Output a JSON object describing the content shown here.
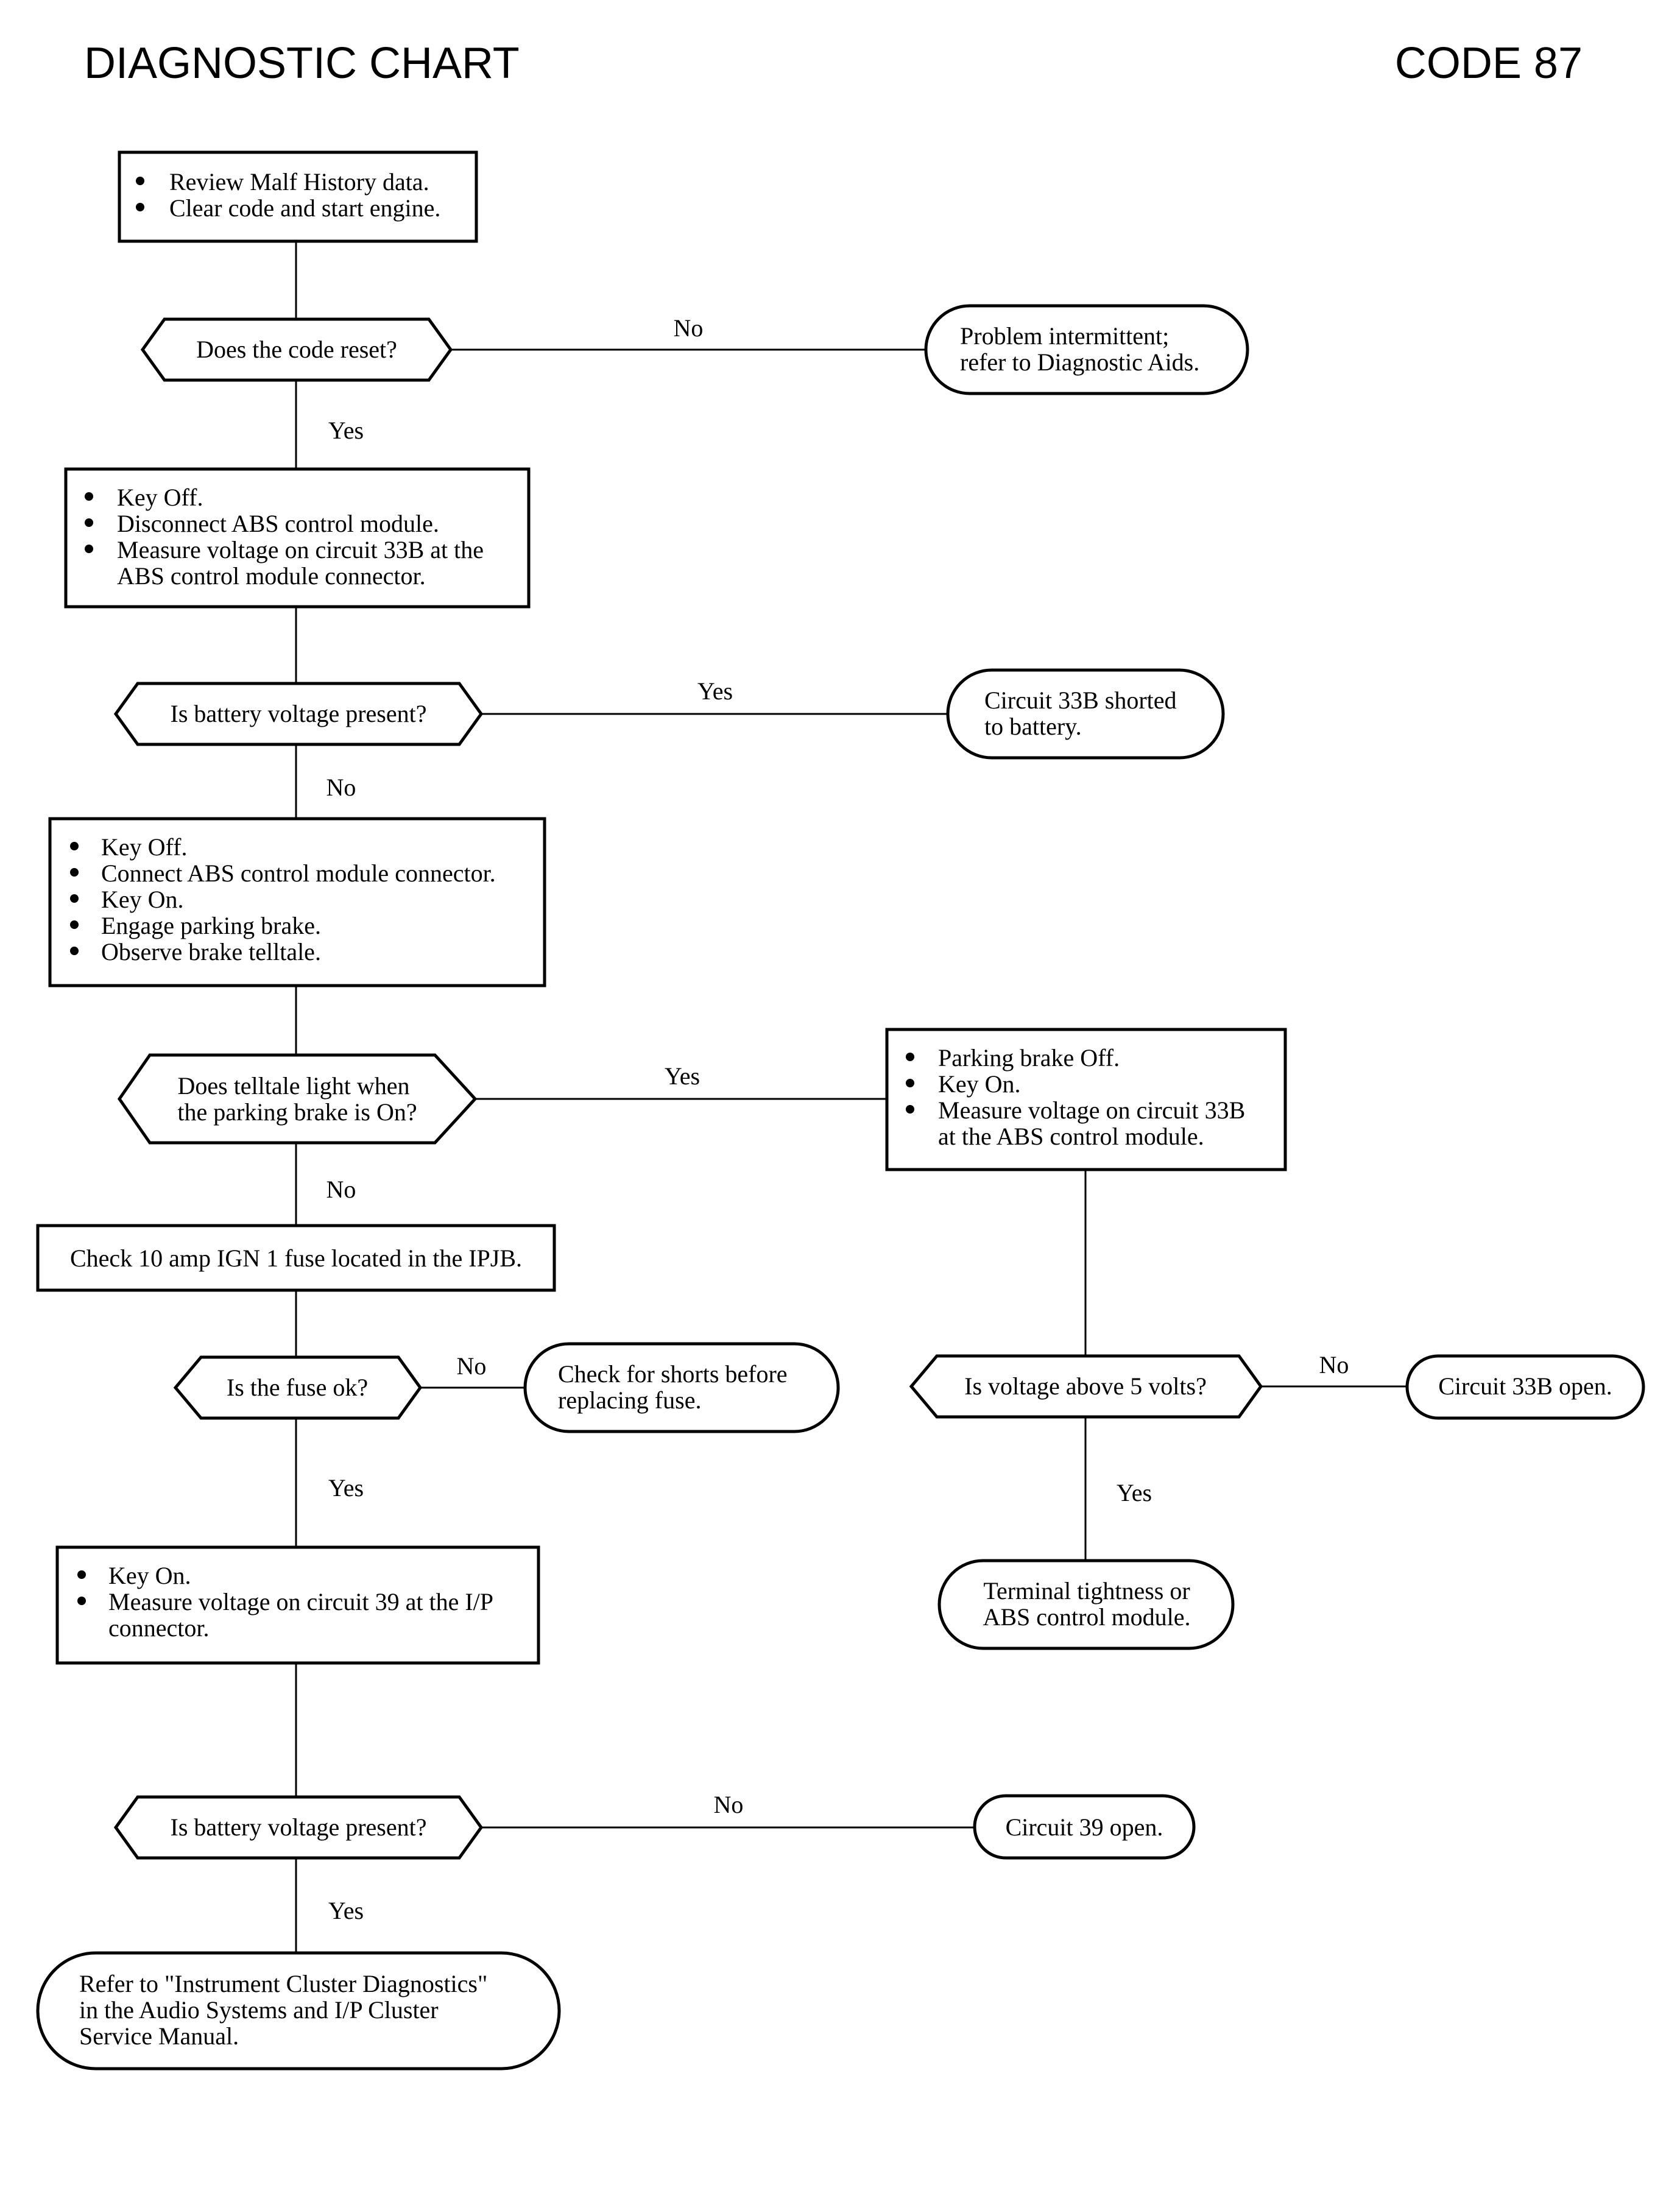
{
  "header": {
    "title": "DIAGNOSTIC CHART",
    "code": "CODE 87"
  },
  "steps": {
    "review": [
      "Review Malf History data.",
      "Clear code and start engine."
    ],
    "measure_33b": [
      "Key Off.",
      "Disconnect ABS control module.",
      "Measure voltage on circuit 33B at the",
      "ABS control module connector."
    ],
    "observe_telltale": [
      "Key Off.",
      "Connect ABS control module connector.",
      "Key On.",
      "Engage parking brake.",
      "Observe brake telltale."
    ],
    "parking_off": [
      "Parking brake Off.",
      "Key On.",
      "Measure voltage on circuit 33B",
      "at the ABS control module."
    ],
    "check_fuse": "Check 10 amp IGN 1 fuse located in the IPJB.",
    "measure_39": [
      "Key On.",
      "Measure voltage on circuit 39 at the I/P",
      "connector."
    ]
  },
  "decisions": {
    "code_reset": [
      "Does the code reset?"
    ],
    "battery_1": [
      "Is battery voltage present?"
    ],
    "telltale": [
      "Does telltale light when",
      "the parking brake is On?"
    ],
    "fuse_ok": [
      "Is the fuse ok?"
    ],
    "volts_5": [
      "Is voltage above 5 volts?"
    ],
    "battery_2": [
      "Is battery voltage present?"
    ]
  },
  "results": {
    "intermittent": [
      "Problem intermittent;",
      "refer to Diagnostic Aids."
    ],
    "shorted": [
      "Circuit 33B shorted",
      "to battery."
    ],
    "shorts_fuse": [
      "Check for shorts before",
      "replacing fuse."
    ],
    "open_33b": [
      "Circuit 33B open."
    ],
    "terminal": [
      "Terminal tightness or",
      "ABS control module."
    ],
    "open_39": [
      "Circuit 39 open."
    ],
    "refer_cluster": [
      "Refer to \"Instrument Cluster Diagnostics\"",
      "in the Audio Systems and I/P Cluster",
      "Service Manual."
    ]
  },
  "labels": {
    "code_reset_no": "No",
    "code_reset_yes": "Yes",
    "battery_1_yes": "Yes",
    "battery_1_no": "No",
    "telltale_yes": "Yes",
    "telltale_no": "No",
    "fuse_no": "No",
    "fuse_yes": "Yes",
    "volts_no": "No",
    "volts_yes": "Yes",
    "battery_2_no": "No",
    "battery_2_yes": "Yes"
  }
}
